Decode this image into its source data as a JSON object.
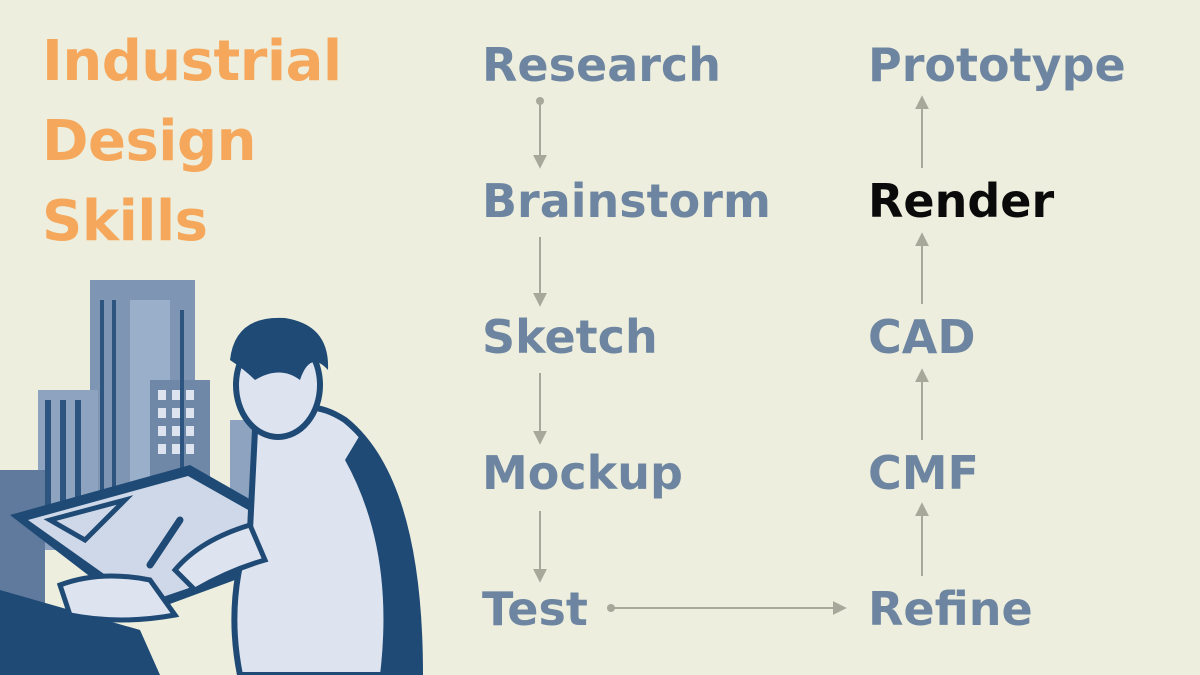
{
  "title": {
    "lines": [
      "Industrial",
      "Design",
      "Skills"
    ]
  },
  "steps": [
    {
      "id": "research",
      "label": "Research"
    },
    {
      "id": "brainstorm",
      "label": "Brainstorm"
    },
    {
      "id": "sketch",
      "label": "Sketch"
    },
    {
      "id": "mockup",
      "label": "Mockup"
    },
    {
      "id": "test",
      "label": "Test"
    },
    {
      "id": "refine",
      "label": "Refine"
    },
    {
      "id": "cmf",
      "label": "CMF"
    },
    {
      "id": "cad",
      "label": "CAD"
    },
    {
      "id": "render",
      "label": "Render"
    },
    {
      "id": "prototype",
      "label": "Prototype"
    }
  ],
  "highlighted_step": "render",
  "colors": {
    "background": "#edeedd",
    "title": "#f5a85c",
    "step": "#6d85a0",
    "active_step": "#0a0a0a",
    "arrow": "#a8a89a",
    "illustration_dark": "#1f4a75",
    "illustration_light": "#dde3ef"
  },
  "illustration": "designer-at-drafting-table"
}
